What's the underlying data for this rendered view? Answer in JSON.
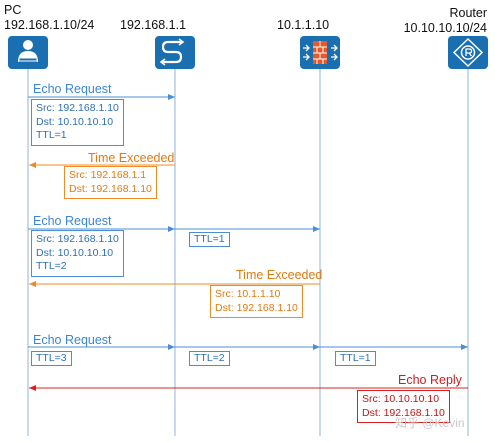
{
  "nodes": {
    "pc": {
      "name": "PC",
      "ip": "192.168.1.10/24"
    },
    "switch": {
      "ip": "192.168.1.1"
    },
    "firewall": {
      "ip": "10.1.1.10"
    },
    "router": {
      "name": "Router",
      "ip": "10.10.10.10/24"
    }
  },
  "messages": [
    {
      "label": "Echo Request",
      "box": [
        "Src: 192.168.1.10",
        "Dst: 10.10.10.10",
        "TTL=1"
      ]
    },
    {
      "label": "Time Exceeded",
      "box": [
        "Src: 192.168.1.1",
        "Dst: 192.168.1.10"
      ]
    },
    {
      "label": "Echo Request",
      "box": [
        "Src: 192.168.1.10",
        "Dst: 10.10.10.10",
        "TTL=2"
      ],
      "ttl_hops": [
        "TTL=1"
      ]
    },
    {
      "label": "Time Exceeded",
      "box": [
        "Src: 10.1.1.10",
        "Dst: 192.168.1.10"
      ]
    },
    {
      "label": "Echo Request",
      "ttl_hops": [
        "TTL=3",
        "TTL=2",
        "TTL=1"
      ]
    },
    {
      "label": "Echo Reply",
      "box": [
        "Src: 10.10.10.10",
        "Dst: 192.168.1.10"
      ]
    }
  ],
  "watermark": "知乎 @Kevin",
  "colors": {
    "request": "#4a8fd6",
    "time_exceeded": "#f08a24",
    "reply": "#d82020",
    "icon": "#1a6fb0"
  }
}
